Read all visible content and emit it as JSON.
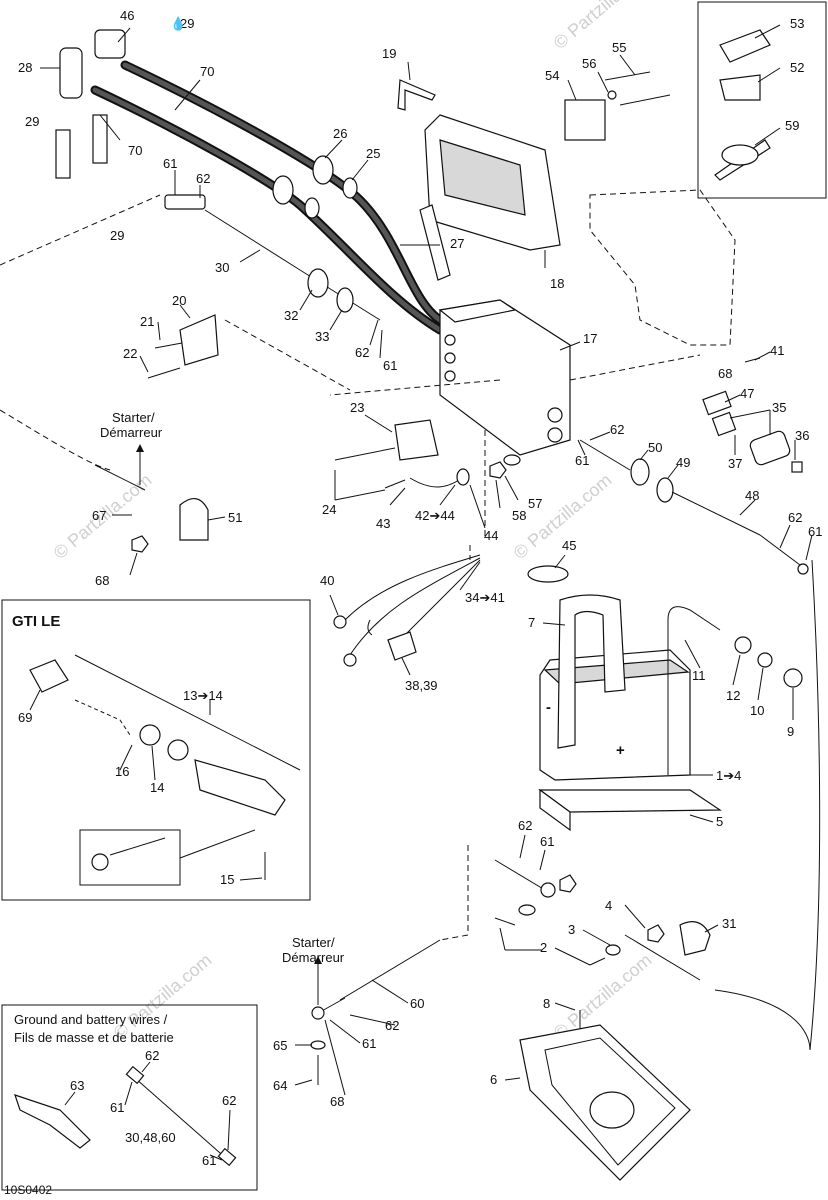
{
  "callouts": {
    "n46": "46",
    "n29a": "29",
    "n28": "28",
    "n29b": "29",
    "n70a": "70",
    "n70b": "70",
    "n26": "26",
    "n25": "25",
    "n19": "19",
    "n55": "55",
    "n56": "56",
    "n54": "54",
    "n53": "53",
    "n52": "52",
    "n59": "59",
    "n61a": "61",
    "n62a": "62",
    "n29c": "29",
    "n27": "27",
    "n18": "18",
    "n30": "30",
    "n20": "20",
    "n21": "21",
    "n22": "22",
    "n32": "32",
    "n33": "33",
    "n62b": "62",
    "n61b": "61",
    "n17": "17",
    "n41": "41",
    "n68a": "68",
    "n47": "47",
    "n35": "35",
    "n36": "36",
    "n37": "37",
    "n23": "23",
    "n62c": "62",
    "n50": "50",
    "n49": "49",
    "n61c": "61",
    "n24": "24",
    "n43": "43",
    "n42_44": "42➔44",
    "n58": "58",
    "n57": "57",
    "n44": "44",
    "n48": "48",
    "n62d": "62",
    "n61d": "61",
    "n67": "67",
    "n51": "51",
    "n68b": "68",
    "n45": "45",
    "n40": "40",
    "n34_41": "34➔41",
    "n38_39": "38,39",
    "n7": "7",
    "n11": "11",
    "n12": "12",
    "n10": "10",
    "n9": "9",
    "n1_4": "1➔4",
    "n5": "5",
    "n69": "69",
    "n13_14": "13➔14",
    "n16": "16",
    "n14": "14",
    "n15": "15",
    "n62e": "62",
    "n61e": "61",
    "n4": "4",
    "n31": "31",
    "n3": "3",
    "n2": "2",
    "n8": "8",
    "n60": "60",
    "n62f": "62",
    "n65": "65",
    "n61f": "61",
    "n64": "64",
    "n68c": "68",
    "n6": "6",
    "n62g": "62",
    "n63": "63",
    "n61g": "61",
    "n30_48_60": "30,48,60",
    "n62h": "62",
    "n61h": "61"
  },
  "starter_top": {
    "line1": "Starter/",
    "line2": "Démarreur"
  },
  "starter_bottom": {
    "line1": "Starter/",
    "line2": "Démarreur"
  },
  "gti_box": {
    "title": "GTI LE"
  },
  "ground_box": {
    "line1": "Ground and battery wires /",
    "line2": "Fils de masse et de batterie"
  },
  "battery_symbols": {
    "minus": "-",
    "plus": "+"
  },
  "figure_code": "10S0402",
  "watermark": "© Partzilla.com",
  "colors": {
    "ink": "#111111",
    "watermark": "#cfcfcf",
    "fill": "#d8d8d8"
  }
}
